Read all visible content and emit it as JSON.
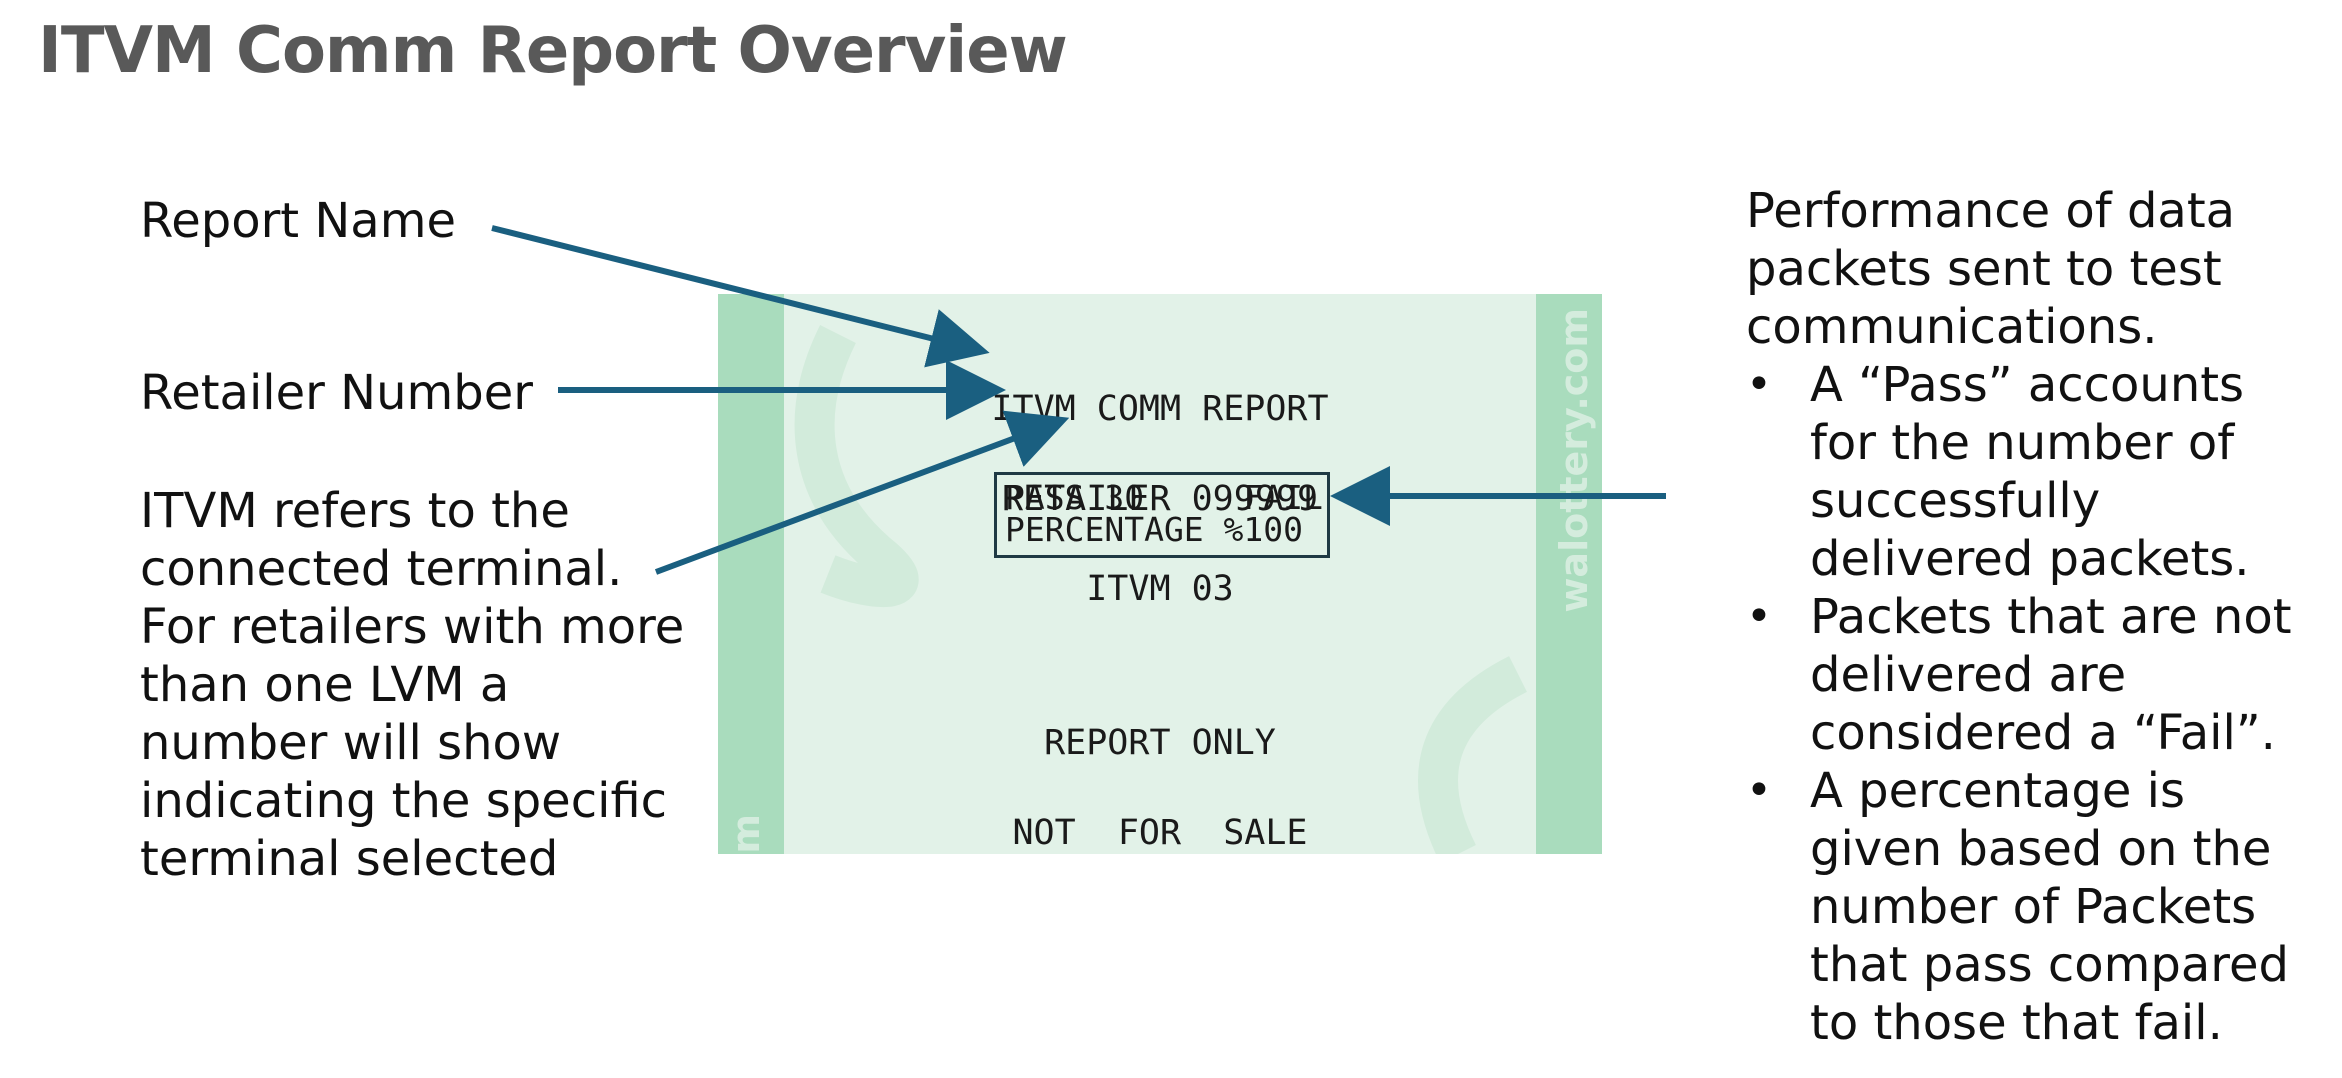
{
  "page": {
    "title": "ITVM Comm Report Overview"
  },
  "callouts": {
    "report_name": "Report Name",
    "retailer_number": "Retailer Number",
    "itvm_description": [
      "ITVM refers to the",
      "connected terminal.",
      "For retailers with more",
      "than one LVM a",
      "number will show",
      "indicating the specific",
      "terminal selected"
    ]
  },
  "performance": {
    "intro": [
      "Performance of data",
      "packets sent to test",
      "communications."
    ],
    "bullets": [
      [
        "A “Pass” accounts",
        "for the number of",
        "successfully",
        "delivered packets."
      ],
      [
        "Packets that are not",
        "delivered are",
        "considered a “Fail”."
      ],
      [
        "A percentage is",
        "given based on the",
        "number of Packets",
        "that pass compared",
        "to those that fail."
      ]
    ],
    "bullet_char": "•"
  },
  "ticket": {
    "header_lines": [
      "ITVM COMM REPORT",
      "RETAILER 099999",
      "ITVM 03"
    ],
    "pass_fail_line": "PASS 30     FAIL  0",
    "percentage_line": "PERCENTAGE %100",
    "footer_lines": [
      "REPORT ONLY",
      "NOT  FOR  SALE"
    ],
    "watermark": "walottery.com",
    "watermark_partial": "m"
  },
  "colors": {
    "arrow": "#1a5f80",
    "title": "#595959",
    "ticket_bg": "#e2f2e8",
    "ticket_band": "#a9dcbd"
  }
}
